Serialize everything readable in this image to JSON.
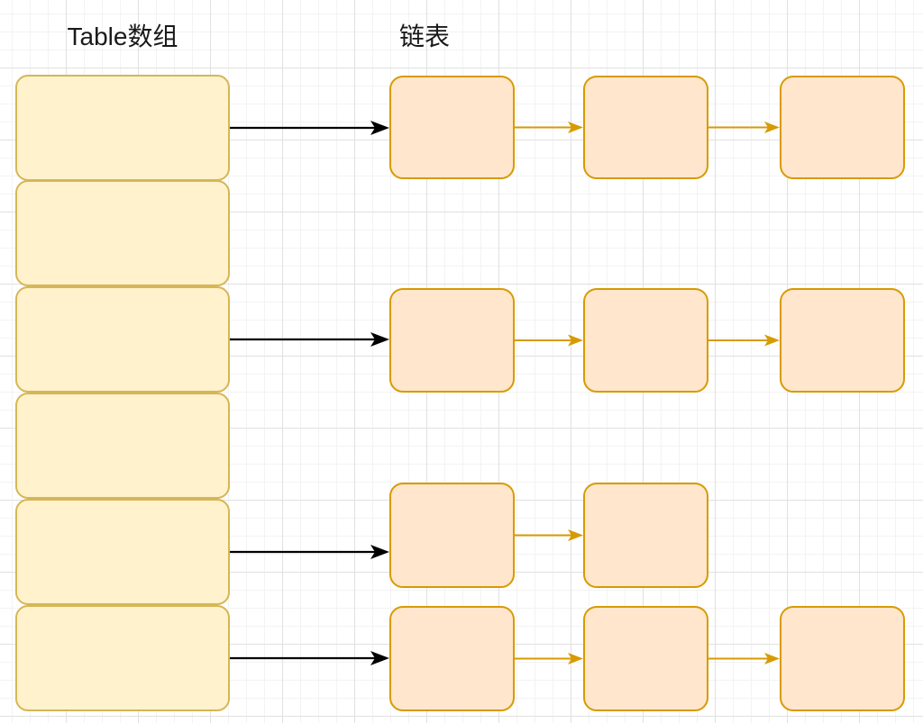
{
  "diagram": {
    "titles": {
      "table_array": "Table数组",
      "linked_list": "链表"
    },
    "colors": {
      "background": "#ffffff",
      "grid_minor": "#f3f3f3",
      "grid_major": "#e1e1e1",
      "table_slot_fill": "#FFF2CC",
      "table_slot_border": "#D6B656",
      "list_node_fill": "#FFE6CC",
      "list_node_border": "#D79B00",
      "pointer_arrow": "#000000",
      "chain_arrow": "#D79B00",
      "title_text": "#1a1a1a"
    },
    "table": {
      "slot_count": 6,
      "slots": [
        {
          "index": 0,
          "has_chain": true
        },
        {
          "index": 1,
          "has_chain": false
        },
        {
          "index": 2,
          "has_chain": true
        },
        {
          "index": 3,
          "has_chain": false
        },
        {
          "index": 4,
          "has_chain": true
        },
        {
          "index": 5,
          "has_chain": true
        }
      ]
    },
    "chains": [
      {
        "from_slot": 0,
        "node_count": 3
      },
      {
        "from_slot": 2,
        "node_count": 3
      },
      {
        "from_slot": 4,
        "node_count": 2
      },
      {
        "from_slot": 5,
        "node_count": 3
      }
    ]
  }
}
